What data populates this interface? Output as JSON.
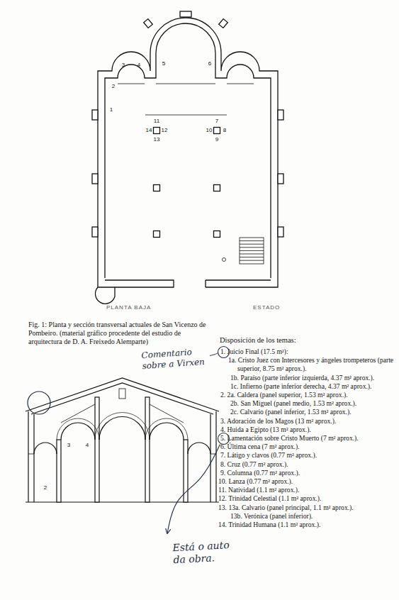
{
  "diagram": {
    "caption": "Fig. 1: Planta y sección transversal actuales de San Vicenzo de Pombeiro. (material gráfico procedente del estudio de arquitectura de D. A. Freixedo Alemparte)",
    "labels": [
      "1",
      "2",
      "3",
      "4",
      "5",
      "6",
      "7",
      "8",
      "9",
      "10",
      "11",
      "12",
      "13",
      "14",
      "PLANTA BAJA",
      "ESTADO",
      "2",
      "3",
      "4",
      "Comentario sobre a Virxen",
      "Disposición de los temas:",
      "1. Juicio Final (17.5 m²):",
      "1a. Cristo Juez con Intercesores y ángeles trompeteros (parte superior, 8.75 m² aprox.).",
      "1b. Paraíso (parte inferior izquierda, 4.37 m² aprox.).",
      "1c. Infierno (parte inferior derecha, 4.37 m² aprox.).",
      "2. 2a. Caldera (panel superior, 1.53 m² aprox.).",
      "2b. San Miguel (panel medio, 1.53 m² aprox.).",
      "2c. Calvario (panel inferior, 1.53 m² aprox.).",
      "3. Adoración de los Magos (13 m² aprox.).",
      "4. Huida a Egipto (13 m² aprox.).",
      "5. Lamentación sobre Cristo Muerto (7 m² aprox.).",
      "6. Última cena (7 m² aprox.).",
      "7. Látigo y clavos (0.77 m² aprox.).",
      "8. Cruz (0.77 m² aprox.).",
      "9. Columna (0.77 m² aprox.).",
      "10. Lanza (0.77 m² aprox.).",
      "11. Natividad (1.1 m² aprox.).",
      "12. Trinidad Celestial (1.1 m² aprox.).",
      "13. 13a. Calvario (panel principal, 1.1 m² aprox.).",
      "13b. Verónica (panel inferior).",
      "14. Trinidad Humana (1.1 m² aprox.).",
      "Está o auto da obra."
    ]
  }
}
